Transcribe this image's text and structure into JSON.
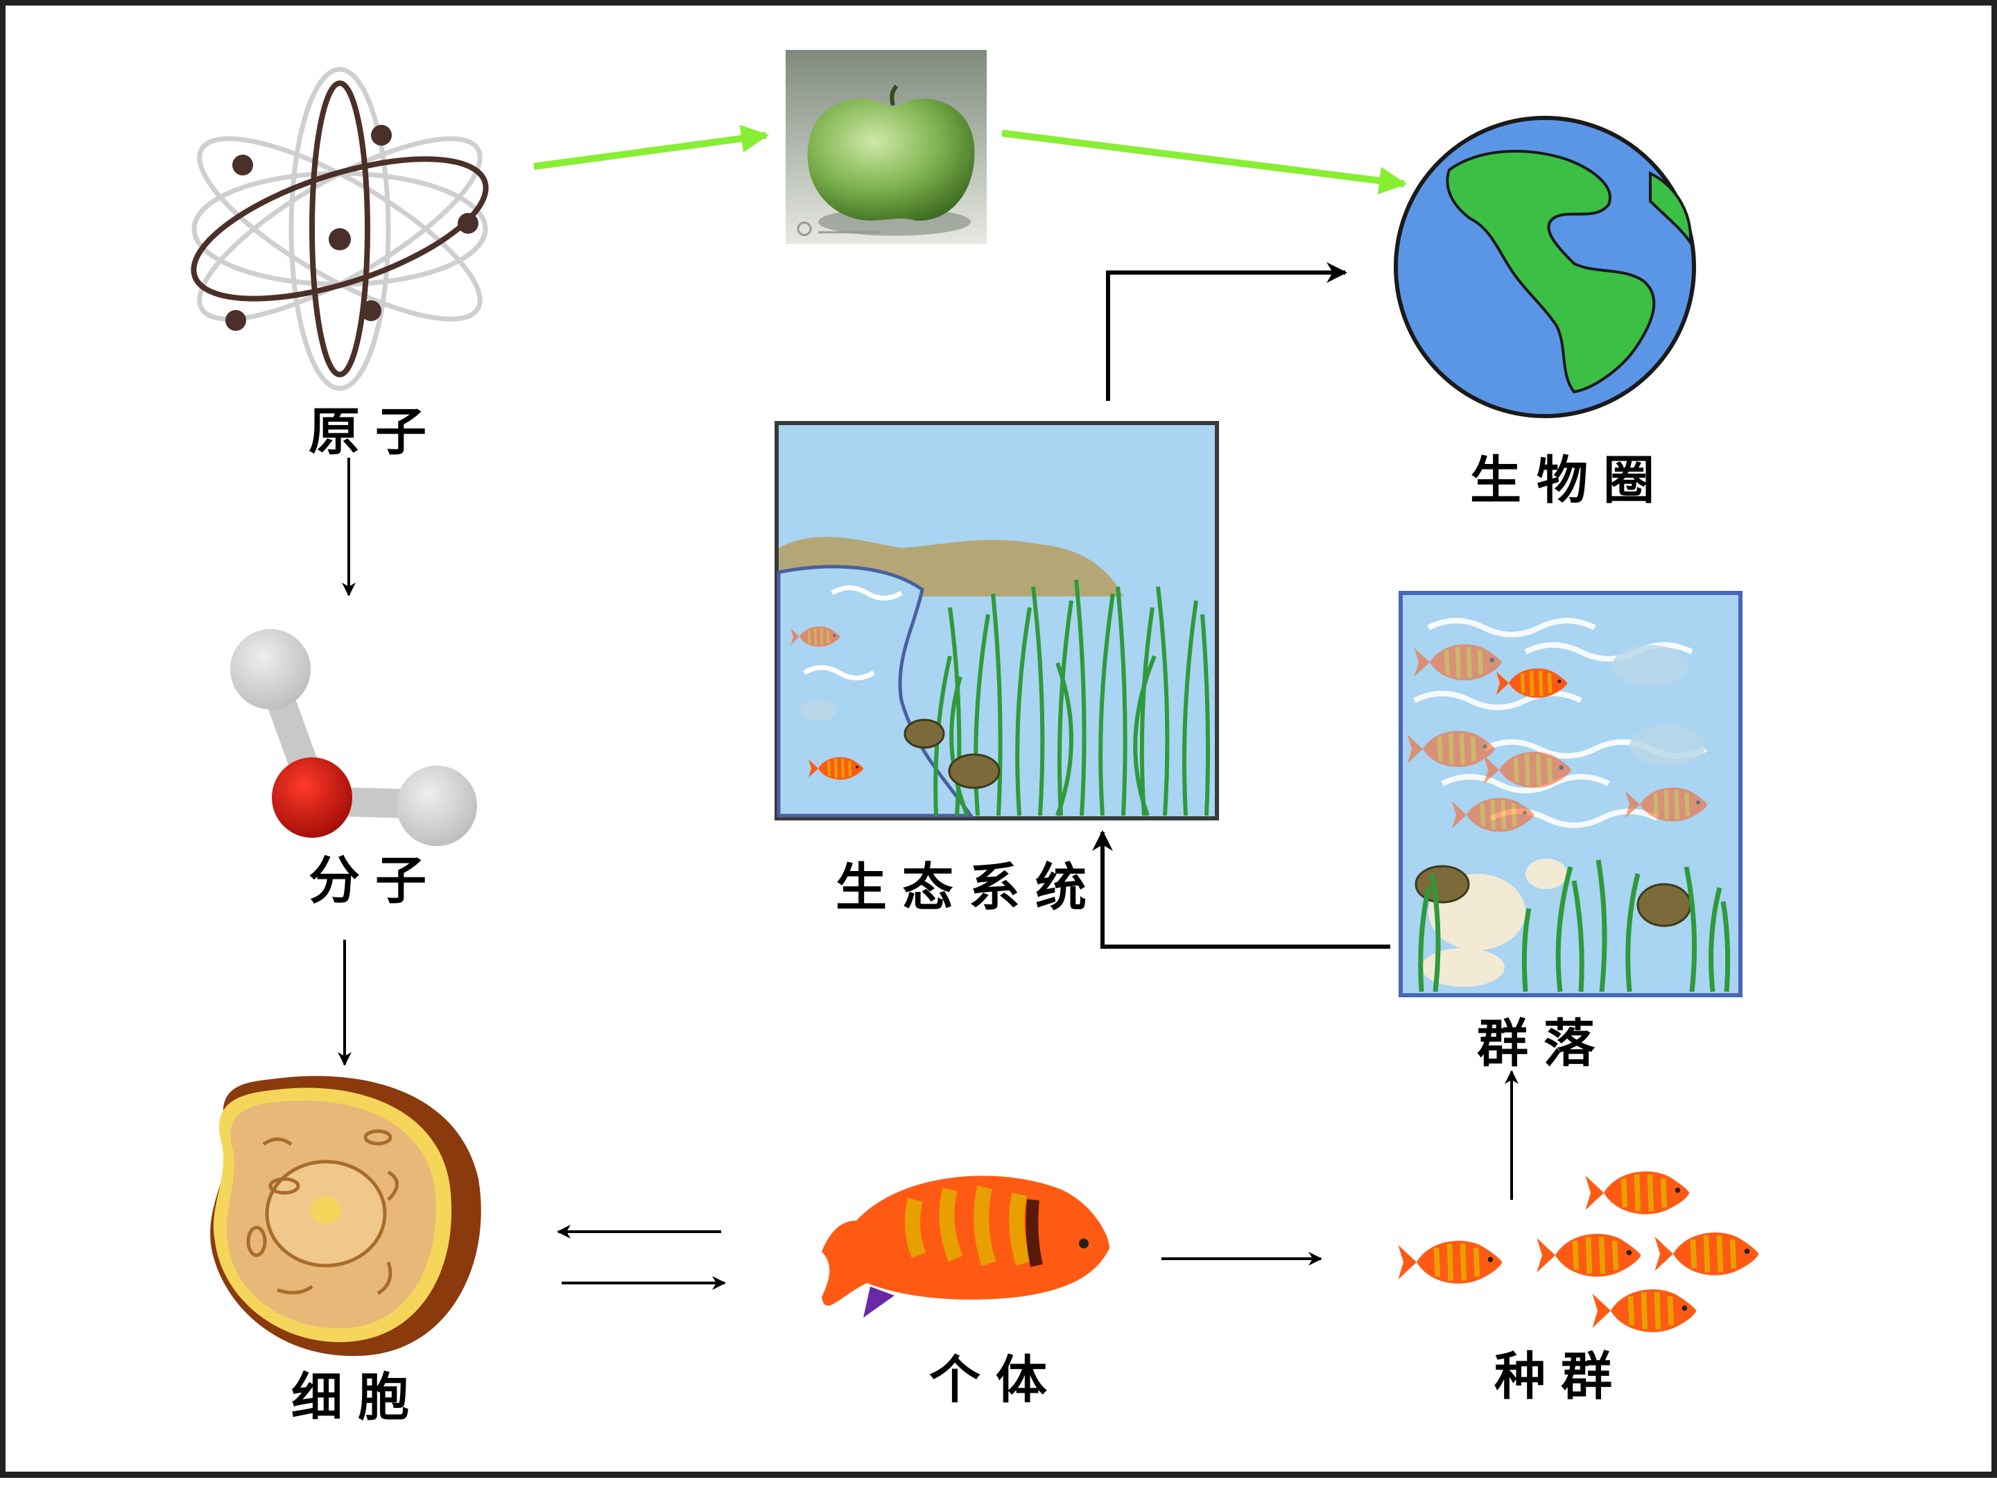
{
  "labels": {
    "atom": "原子",
    "molecule": "分子",
    "cell": "细胞",
    "individual": "个体",
    "population": "种群",
    "community": "群落",
    "ecosystem": "生态系统",
    "biosphere": "生物圈"
  },
  "colors": {
    "green_arrow": "#88ee33",
    "black_arrow": "#000000",
    "water": "#a9d4f2",
    "earth_ocean": "#5b95e6",
    "earth_land": "#3bbf45",
    "fish": "#ff5a14",
    "cell": "#e8b878"
  }
}
